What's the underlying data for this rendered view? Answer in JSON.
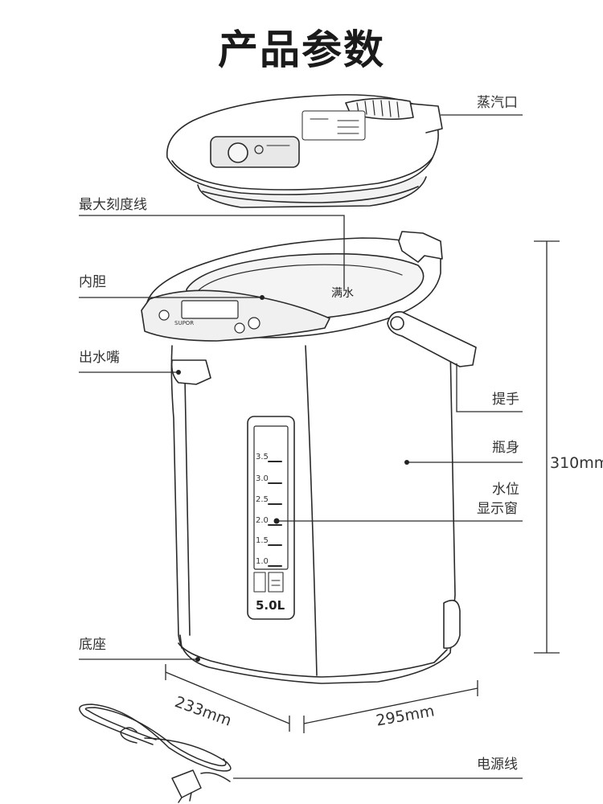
{
  "title": "产品参数",
  "labels": {
    "steam_vent": "蒸汽口",
    "max_line": "最大刻度线",
    "inner_pot": "内胆",
    "spout": "出水嘴",
    "handle": "提手",
    "body": "瓶身",
    "water_window_line1": "水位",
    "water_window_line2": "显示窗",
    "base": "底座",
    "power_cord": "电源线",
    "full_water": "满水"
  },
  "dimensions": {
    "height": "310mm",
    "depth": "233mm",
    "width": "295mm"
  },
  "gauge": {
    "marks": [
      "3.5",
      "3.0",
      "2.5",
      "2.0",
      "1.5",
      "1.0"
    ],
    "capacity": "5.0L"
  },
  "panel": {
    "brand": "SUPOR"
  }
}
